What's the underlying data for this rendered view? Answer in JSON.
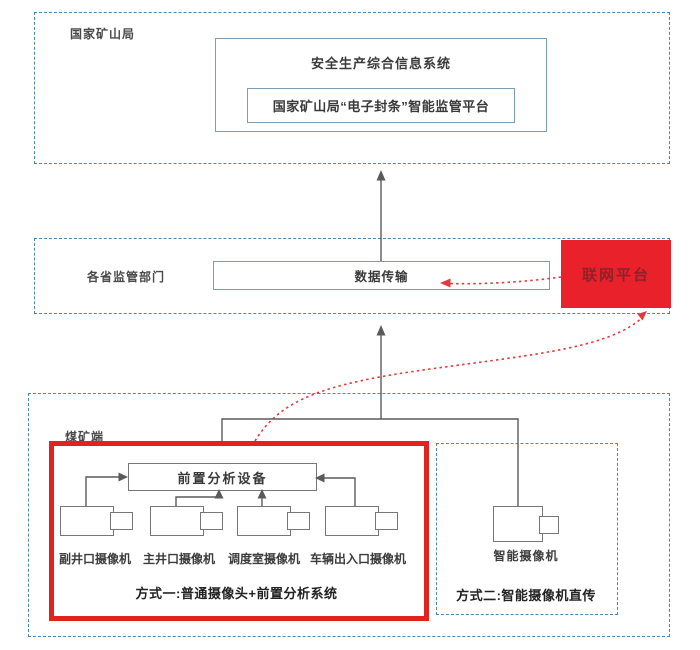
{
  "sections": {
    "national": {
      "label": "国家矿山局",
      "system_title": "安全生产综合信息系统",
      "platform": "国家矿山局“电子封条”智能监管平台"
    },
    "provincial": {
      "label": "各省监管部门",
      "transfer": "数据传输",
      "network_platform": "联网平台"
    },
    "mine": {
      "label": "煤矿端",
      "method1": {
        "device": "前置分析设备",
        "cameras": [
          "副井口摄像机",
          "主井口摄像机",
          "调度室摄像机",
          "车辆出入口摄像机"
        ],
        "caption": "方式一:普通摄像头+前置分析系统"
      },
      "method2": {
        "camera": "智能摄像机",
        "caption": "方式二:智能摄像机直传"
      }
    }
  },
  "colors": {
    "dashed_border": "#4d86b2",
    "solid_border": "#7d9db5",
    "highlight_red": "#e0231d",
    "platform_bg": "#e8212b",
    "platform_text": "#8e2228",
    "connector_gray": "#5a5a5a",
    "red_dashed_arrow": "#e23b3b"
  }
}
